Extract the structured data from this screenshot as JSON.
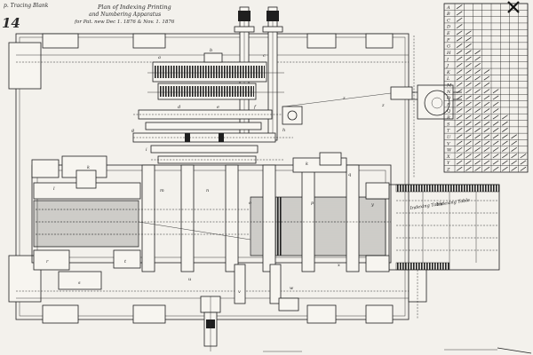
{
  "header": {
    "sheet_mark": "14",
    "corner_note": "p. Tracing Blank",
    "title_lines": [
      "Plan of Indexing Printing",
      "and Numbering Apparatus",
      "for Pat. new Dec 1. 1876 & Nov. 1. 1876"
    ]
  },
  "table": {
    "rows": 26,
    "cols": 8,
    "row_labels": [
      "A",
      "B",
      "C",
      "D",
      "E",
      "F",
      "G",
      "H",
      "I",
      "J",
      "K",
      "L",
      "M",
      "N",
      "O",
      "P",
      "Q",
      "R",
      "S",
      "T",
      "U",
      "V",
      "W",
      "X",
      "Y",
      "Z"
    ]
  },
  "annotations": {
    "right_label_1": "Indexing Table",
    "right_label_2": "Indexing Table"
  },
  "icons": {
    "close": "close-icon"
  }
}
